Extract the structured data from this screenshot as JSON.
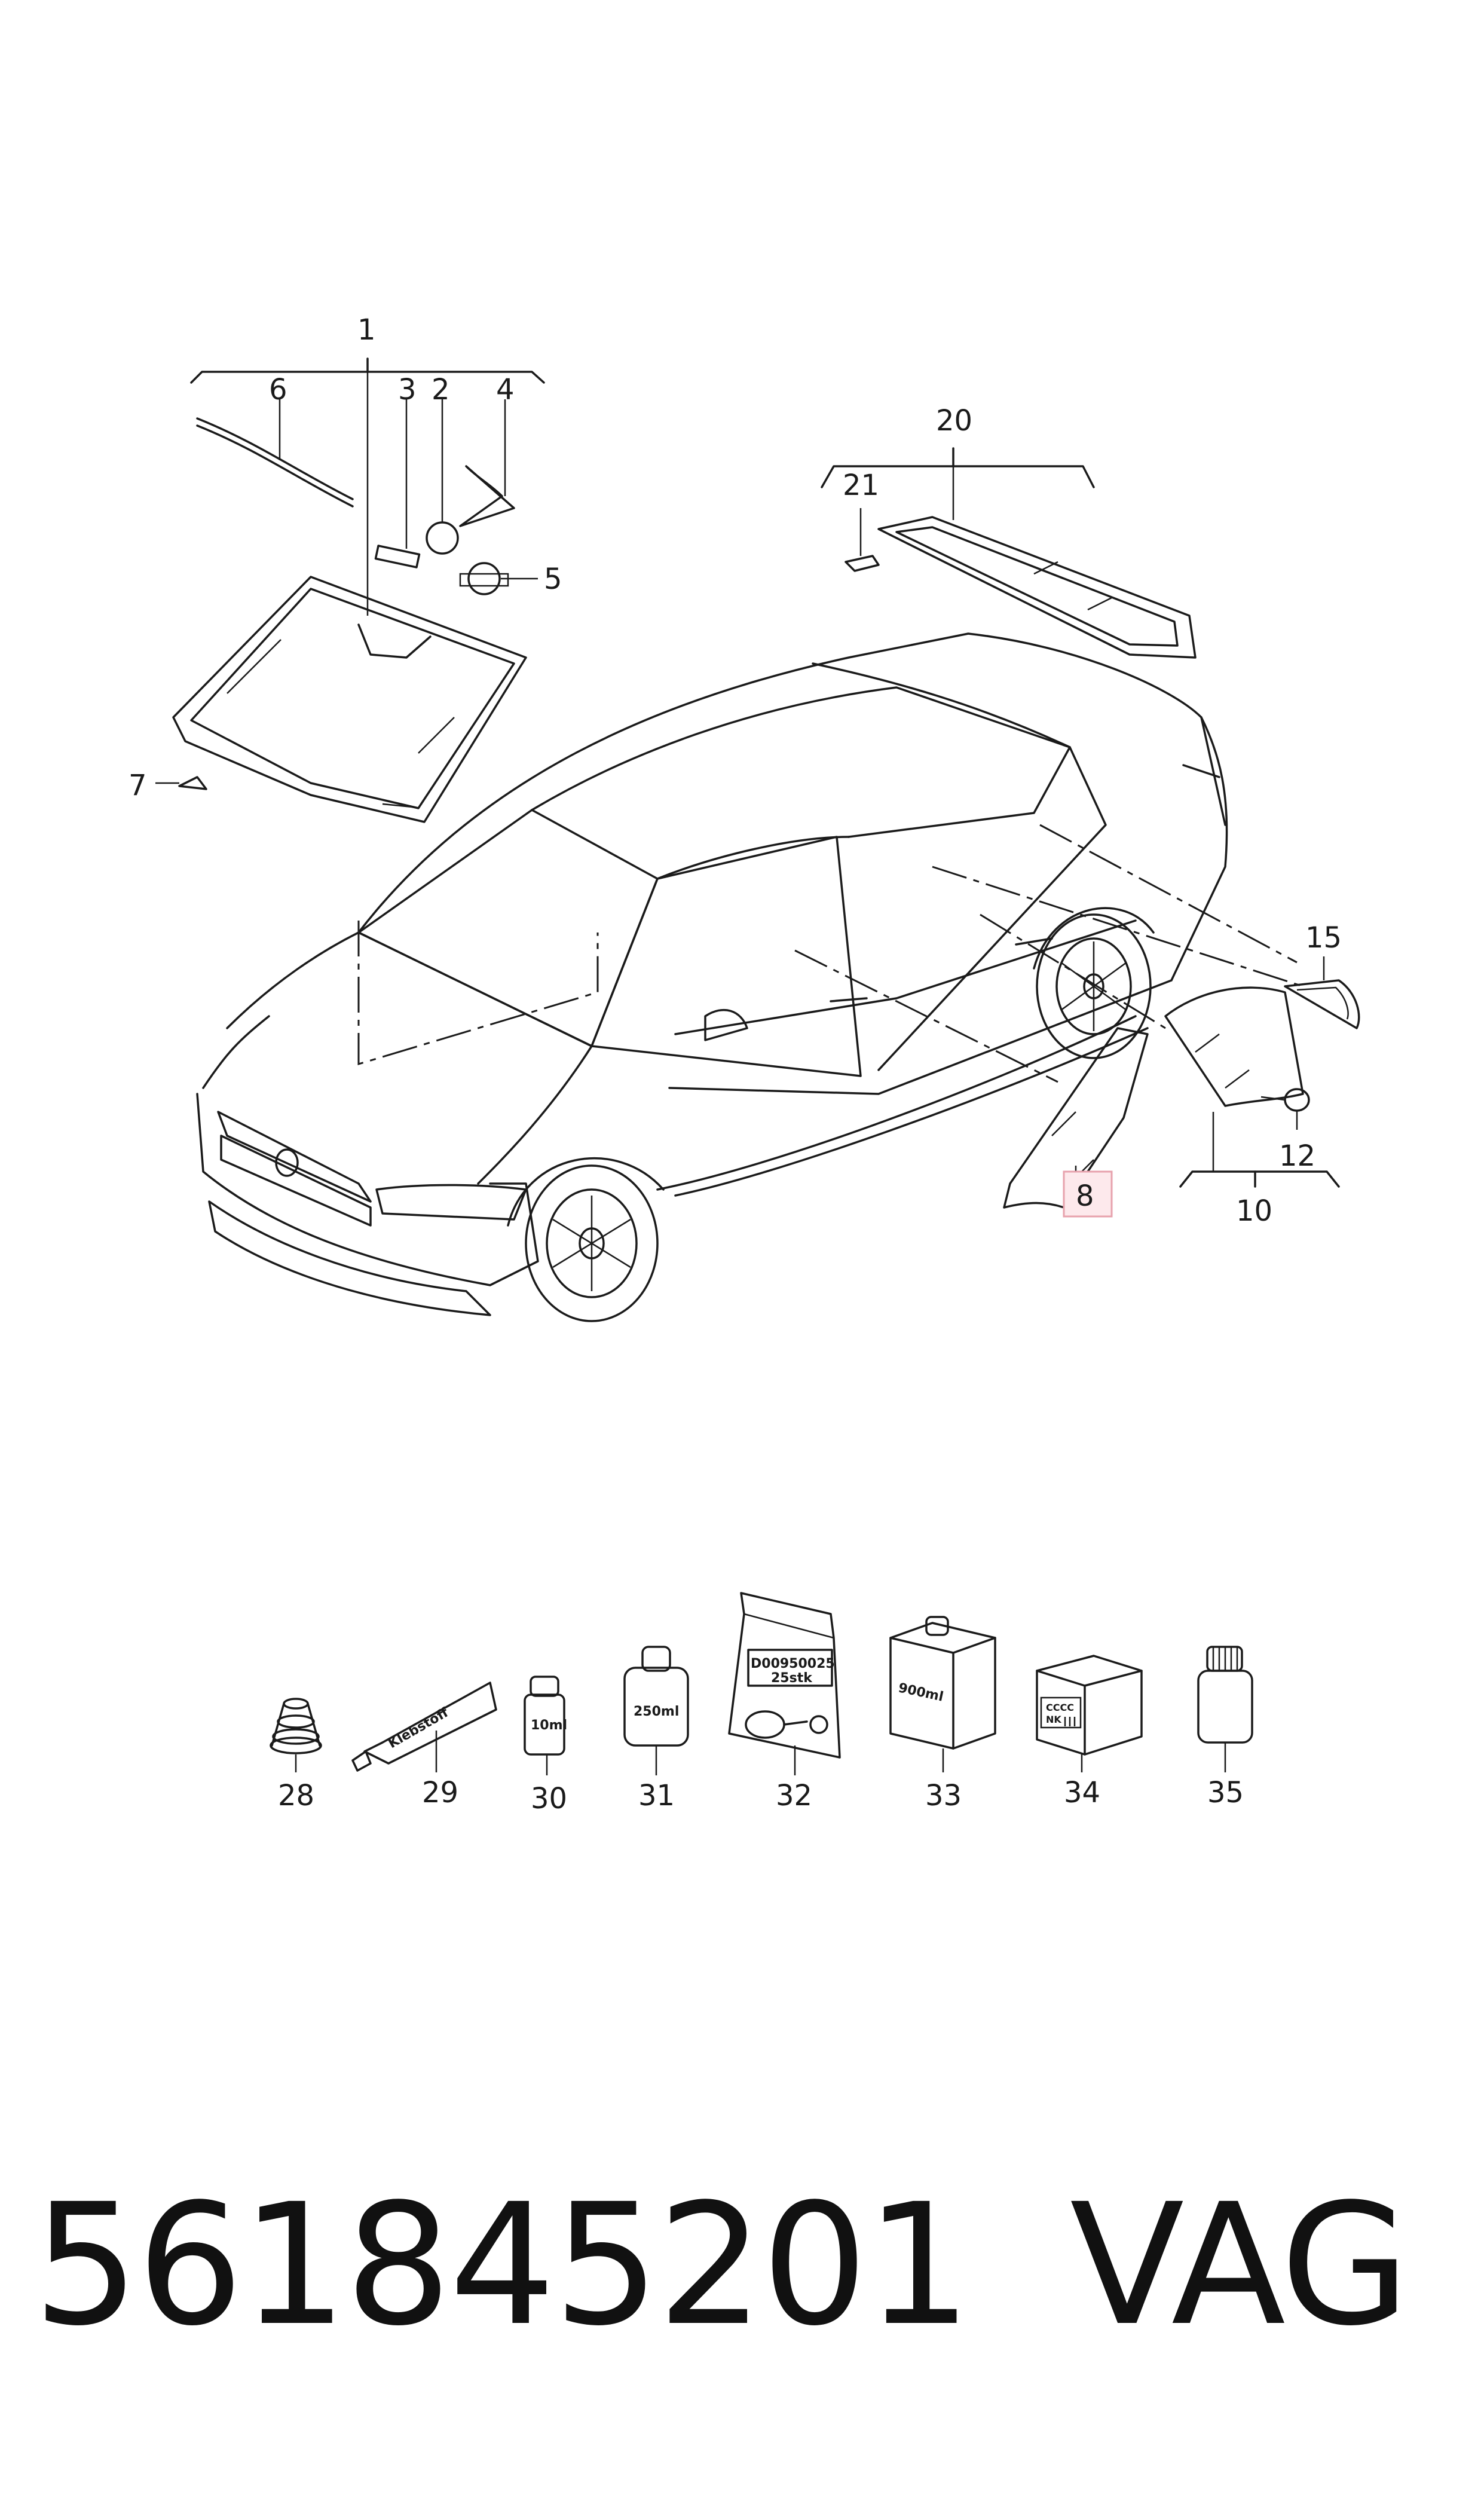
{
  "callouts": {
    "c1": "1",
    "c2": "2",
    "c3": "3",
    "c4": "4",
    "c5": "5",
    "c6": "6",
    "c7": "7",
    "c8": "8",
    "c10": "10",
    "c12": "12",
    "c15": "15",
    "c20": "20",
    "c21": "21",
    "c28": "28",
    "c29": "29",
    "c30": "30",
    "c31": "31",
    "c32": "32",
    "c33": "33",
    "c34": "34",
    "c35": "35"
  },
  "package_labels": {
    "tube": "Klebstoff",
    "bottle_small": "10ml",
    "bottle_medium": "250ml",
    "bag_line1": "D00950025",
    "bag_line2": "25stk",
    "box_tall": "900ml",
    "box_code_line1": "CCCC",
    "box_code_line2": "NK"
  },
  "highlighted_callout": "8",
  "colors": {
    "highlight_fill": "#fde9ec",
    "highlight_stroke": "#e7a2ad",
    "line": "#1a1a1a"
  },
  "footer": {
    "part_number": "561845201",
    "brand": "VAG"
  }
}
